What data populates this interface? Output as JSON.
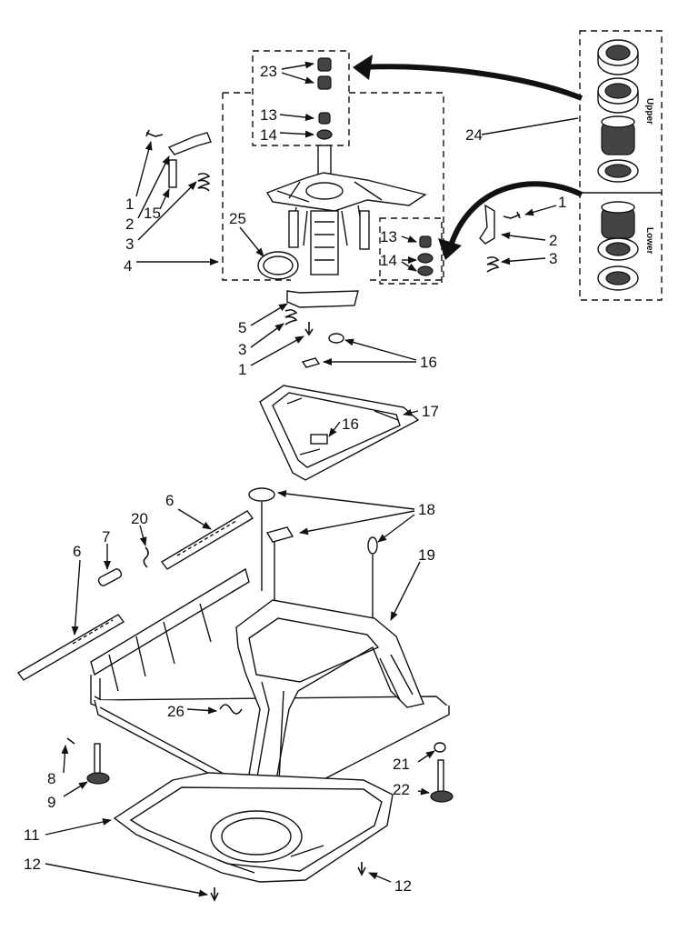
{
  "callouts": {
    "c1a": "1",
    "c1b": "1",
    "c1c": "1",
    "c2a": "2",
    "c2b": "2",
    "c3a": "3",
    "c3b": "3",
    "c3c": "3",
    "c4": "4",
    "c5": "5",
    "c6a": "6",
    "c6b": "6",
    "c7": "7",
    "c8": "8",
    "c9": "9",
    "c11": "11",
    "c12a": "12",
    "c12b": "12",
    "c13a": "13",
    "c13b": "13",
    "c14a": "14",
    "c14b": "14",
    "c15": "15",
    "c16a": "16",
    "c16b": "16",
    "c17": "17",
    "c18": "18",
    "c19": "19",
    "c20": "20",
    "c21": "21",
    "c22": "22",
    "c23": "23",
    "c24": "24",
    "c25": "25",
    "c26": "26"
  },
  "kit": {
    "upper_label": "Upper",
    "lower_label": "Lower"
  }
}
